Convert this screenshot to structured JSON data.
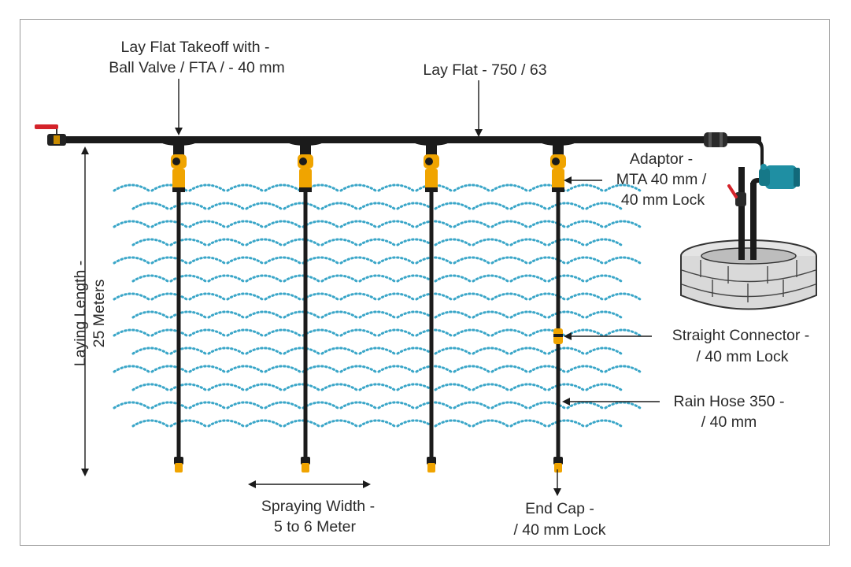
{
  "labels": {
    "takeoff_line1": "Lay Flat Takeoff with -",
    "takeoff_line2": "Ball Valve / FTA / - 40 mm",
    "layflat": "Lay Flat - 750 / 63",
    "adaptor_line1": "Adaptor -",
    "adaptor_line2": "MTA 40 mm /",
    "adaptor_line3": "40 mm Lock",
    "laying_line1": "Laying Length -",
    "laying_line2": "25 Meters",
    "connector_line1": "Straight Connector -",
    "connector_line2": "/ 40 mm Lock",
    "rainhose_line1": "Rain Hose 350 -",
    "rainhose_line2": "/ 40 mm",
    "spraying_line1": "Spraying Width -",
    "spraying_line2": "5 to 6 Meter",
    "endcap_line1": "End Cap -",
    "endcap_line2": "/ 40 mm Lock"
  },
  "colors": {
    "pipe": "#1b1b1b",
    "spray": "#3aa6c8",
    "fitting": "#f0a400",
    "valve_handle": "#d4232a",
    "pump": "#1f8fa3",
    "well": "#d9d9d9",
    "text": "#2a2a2a"
  },
  "diagram": {
    "hose_count": 4,
    "components": [
      "lay-flat-pipe",
      "ball-valve",
      "takeoff",
      "rain-hose",
      "straight-connector",
      "end-cap",
      "pump",
      "well"
    ]
  }
}
